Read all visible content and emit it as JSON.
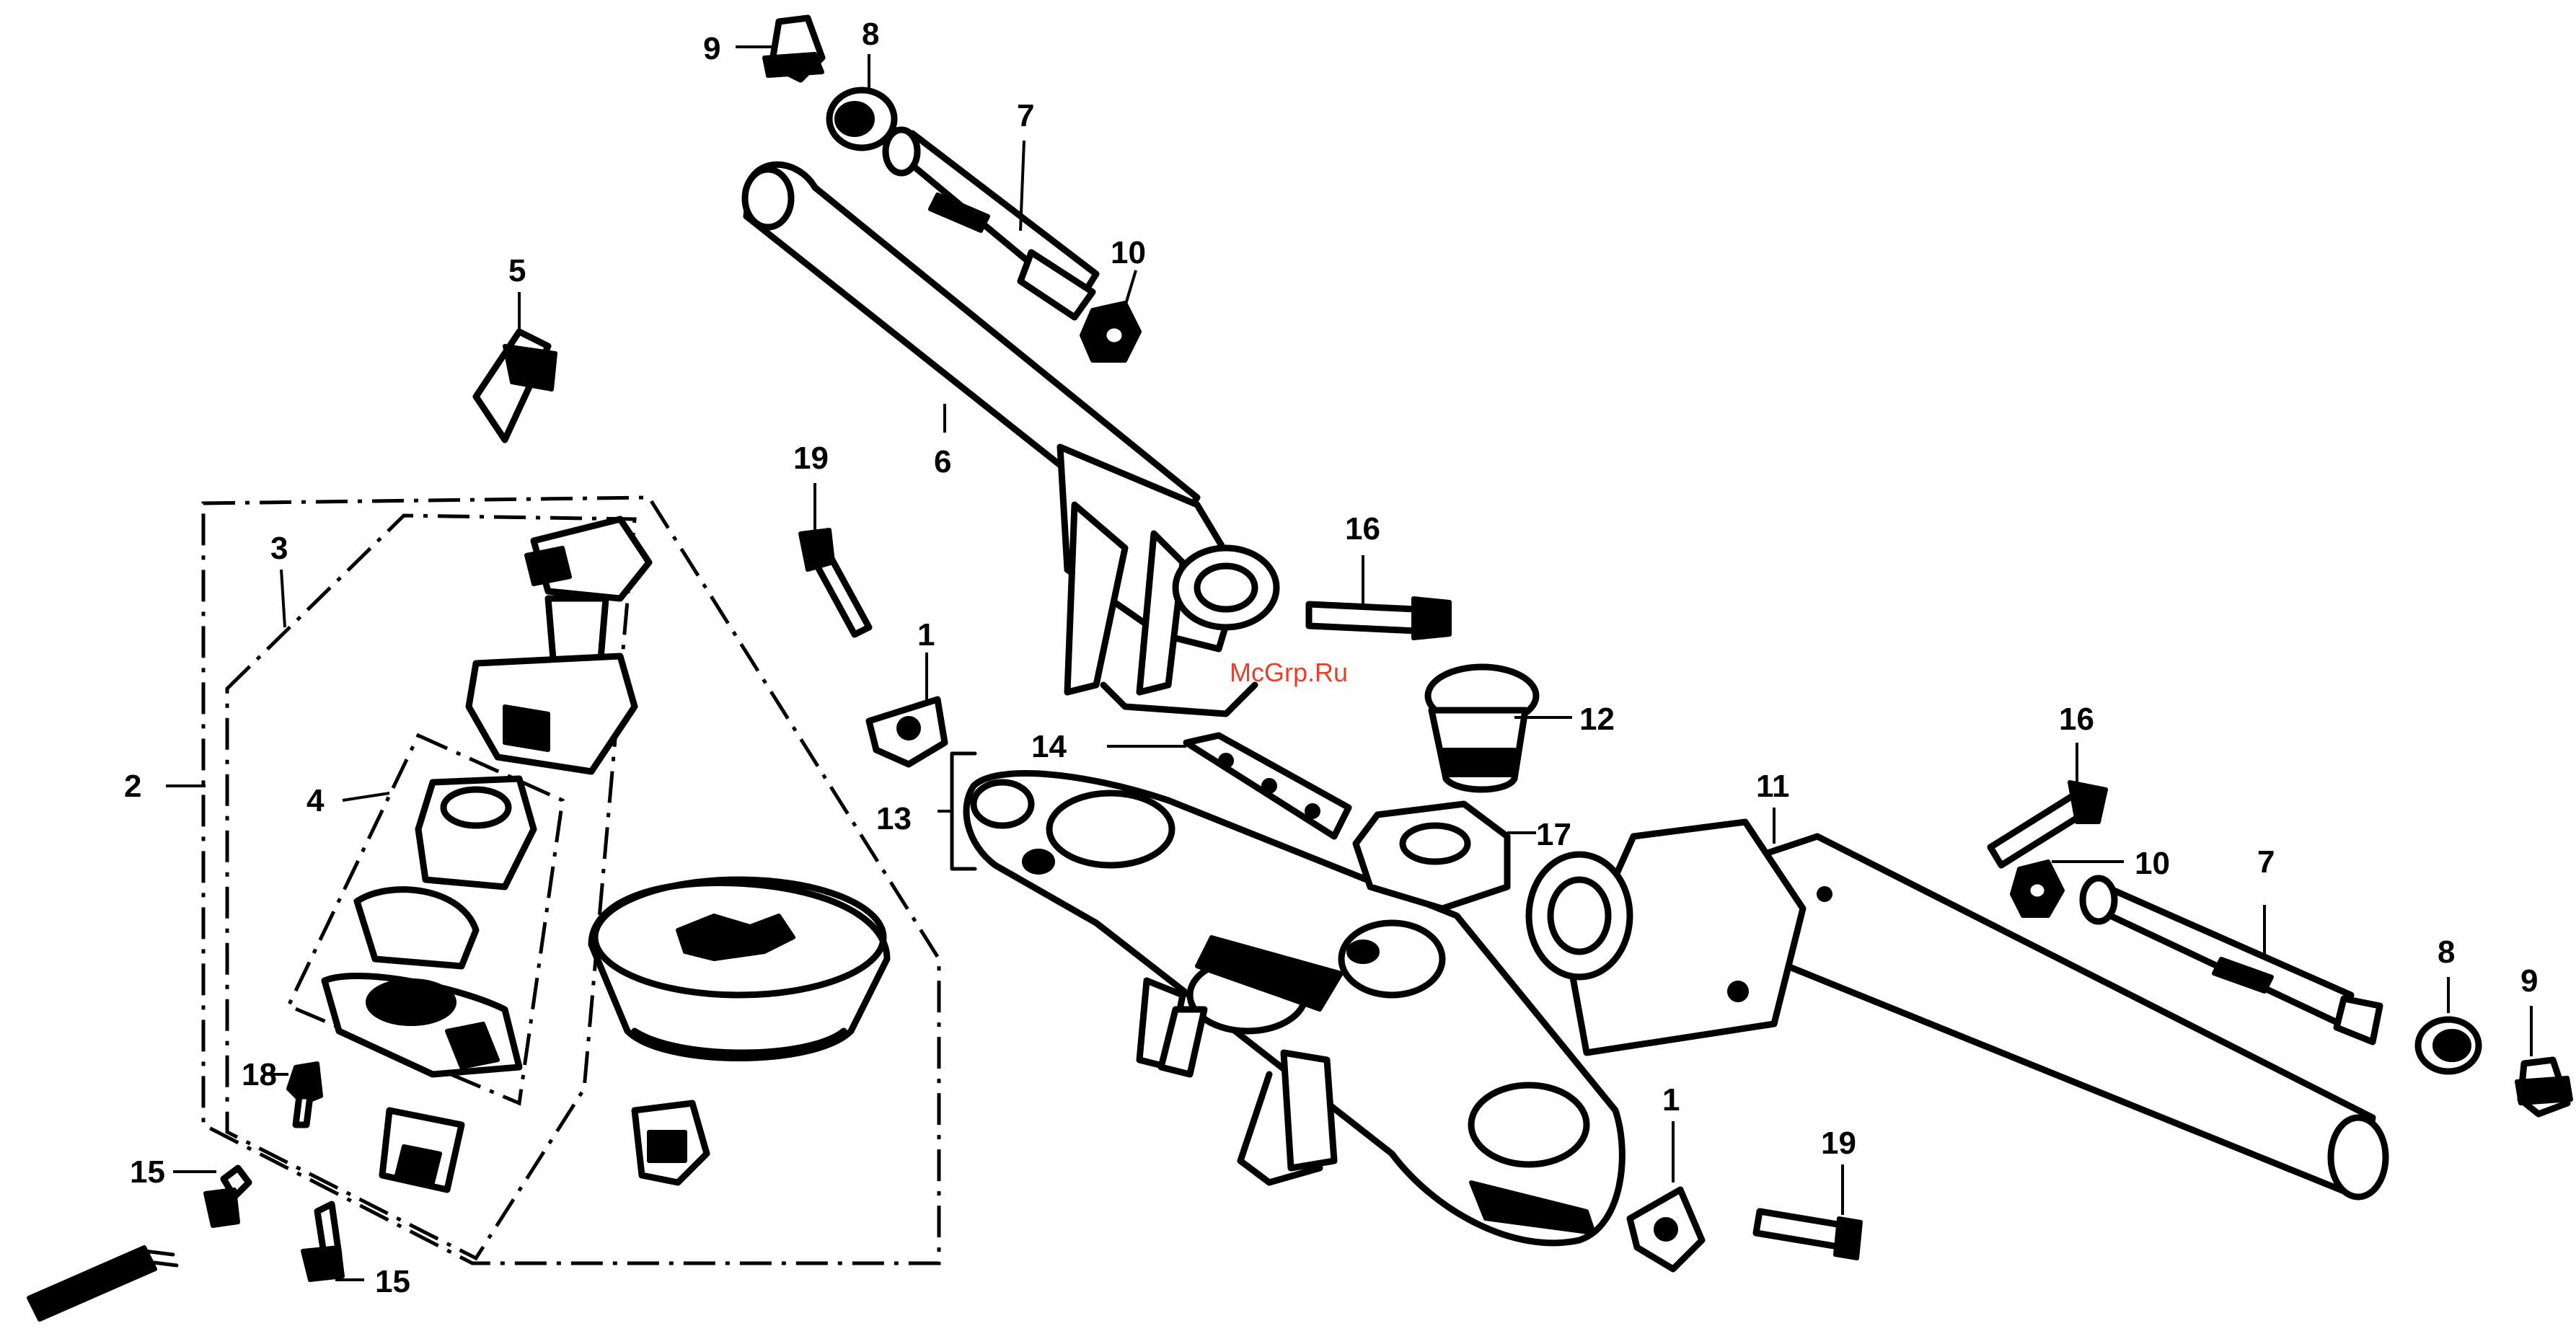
{
  "watermark": "McGrp.Ru",
  "labels": {
    "p1a": "1",
    "p1b": "1",
    "p2": "2",
    "p3": "3",
    "p4": "4",
    "p5": "5",
    "p6": "6",
    "p7a": "7",
    "p7b": "7",
    "p8a": "8",
    "p8b": "8",
    "p9a": "9",
    "p9b": "9",
    "p10a": "10",
    "p10b": "10",
    "p11": "11",
    "p12": "12",
    "p13": "13",
    "p14": "14",
    "p15a": "15",
    "p15b": "15",
    "p16a": "16",
    "p16b": "16",
    "p17": "17",
    "p18": "18",
    "p19a": "19",
    "p19b": "19"
  }
}
